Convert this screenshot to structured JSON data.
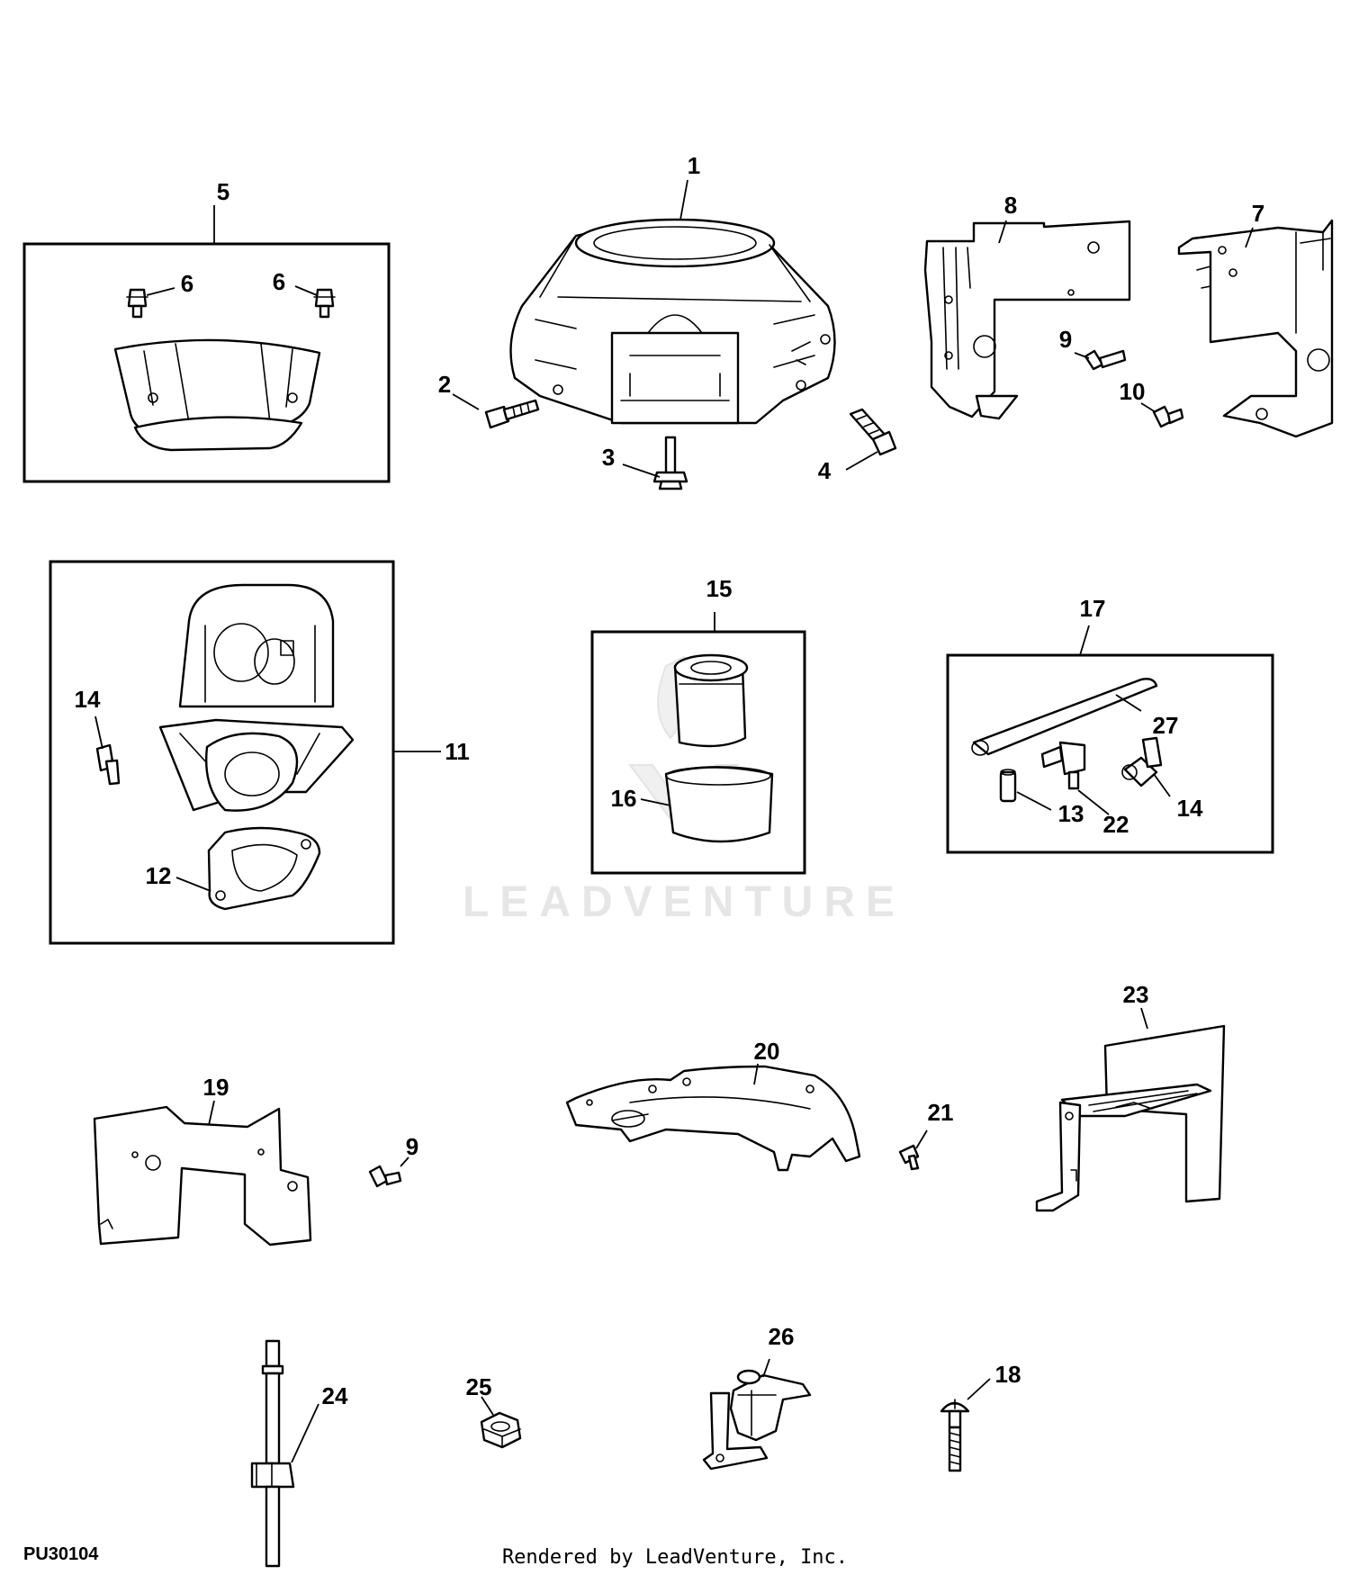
{
  "callouts": {
    "c1": "1",
    "c2": "2",
    "c3": "3",
    "c4": "4",
    "c5": "5",
    "c6a": "6",
    "c6b": "6",
    "c7": "7",
    "c8": "8",
    "c9a": "9",
    "c9b": "9",
    "c10": "10",
    "c11": "11",
    "c12": "12",
    "c13": "13",
    "c14a": "14",
    "c14b": "14",
    "c15": "15",
    "c16": "16",
    "c17": "17",
    "c18": "18",
    "c19": "19",
    "c20": "20",
    "c21": "21",
    "c22": "22",
    "c23": "23",
    "c24": "24",
    "c25": "25",
    "c26": "26",
    "c27": "27"
  },
  "watermark": "LEADVENTURE",
  "diagram_id": "PU30104",
  "credit": "Rendered by LeadVenture, Inc."
}
